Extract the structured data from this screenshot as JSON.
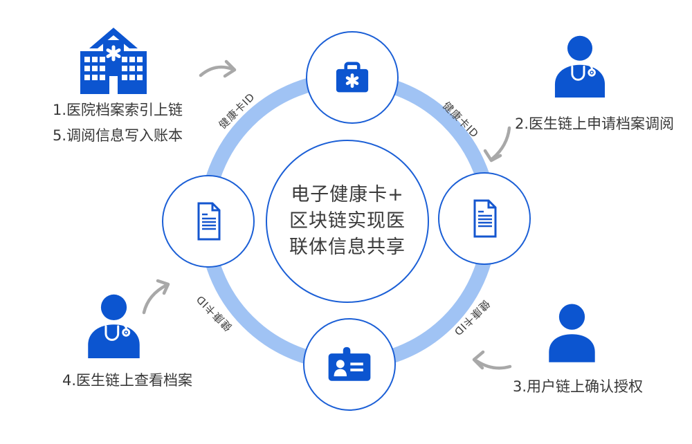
{
  "diagram_title": "电子健康卡+区块链实现医联体信息共享",
  "colors": {
    "icon_blue": "#0c55d0",
    "circle_border_blue": "#1b5fd6",
    "ring_light_blue": "#a0c3f4",
    "text_dark": "#383838",
    "arrow_gray": "#a8a8a8",
    "background": "#ffffff"
  },
  "center_circle": {
    "lines": [
      "电子健康卡+",
      "区块链实现医",
      "联体信息共享"
    ]
  },
  "ring_labels": [
    "健康卡ID",
    "健康卡ID",
    "健康卡ID",
    "健康卡ID"
  ],
  "nodes": {
    "top": {
      "icon": "medical-kit-icon"
    },
    "right": {
      "icon": "document-icon"
    },
    "bottom": {
      "icon": "id-card-icon"
    },
    "left": {
      "icon": "document-icon"
    }
  },
  "corners": {
    "top_left": {
      "icon": "hospital-icon",
      "lines": [
        "1.医院档案索引上链",
        "5.调阅信息写入账本"
      ]
    },
    "top_right": {
      "icon": "doctor-icon",
      "label": "2.医生链上申请档案调阅"
    },
    "bottom_right": {
      "icon": "user-icon",
      "label": "3.用户链上确认授权"
    },
    "bottom_left": {
      "icon": "doctor-icon",
      "label": "4.医生链上查看档案"
    }
  }
}
